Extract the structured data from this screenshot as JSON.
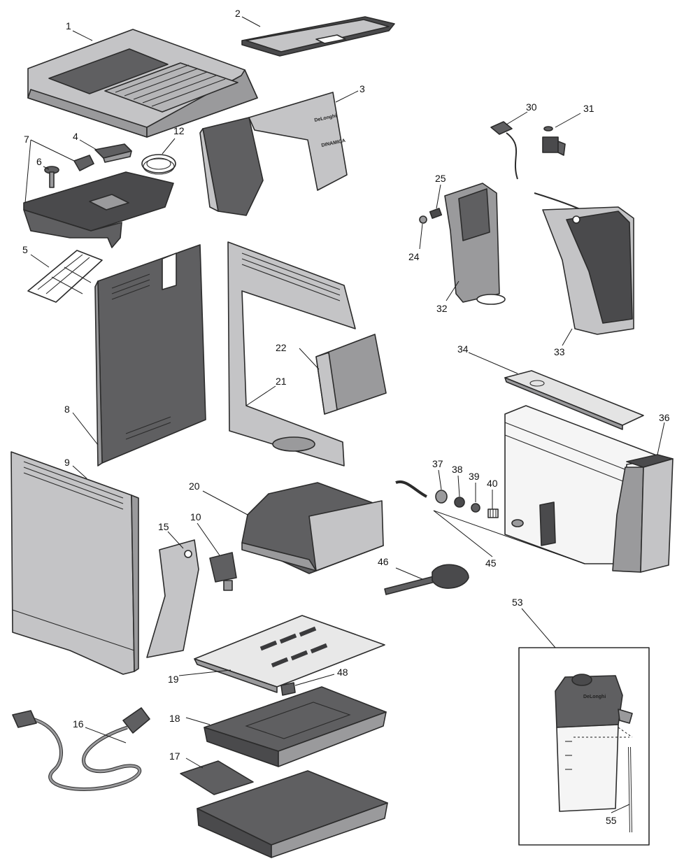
{
  "diagram": {
    "type": "exploded-parts-view",
    "brand_mark": "DeLonghi",
    "model_mark": "DINAMICA",
    "milk_jug_mark": "DeLonghi",
    "part_numbers": {
      "p1": "1",
      "p2": "2",
      "p3": "3",
      "p4": "4",
      "p5": "5",
      "p6": "6",
      "p7": "7",
      "p8": "8",
      "p9": "9",
      "p10": "10",
      "p12": "12",
      "p15": "15",
      "p16": "16",
      "p17": "17",
      "p18": "18",
      "p19": "19",
      "p20": "20",
      "p21": "21",
      "p22": "22",
      "p24": "24",
      "p25": "25",
      "p30": "30",
      "p31": "31",
      "p32": "32",
      "p33": "33",
      "p34": "34",
      "p36": "36",
      "p37": "37",
      "p38": "38",
      "p39": "39",
      "p40": "40",
      "p45": "45",
      "p46": "46",
      "p48": "48",
      "p53": "53",
      "p55": "55"
    }
  }
}
